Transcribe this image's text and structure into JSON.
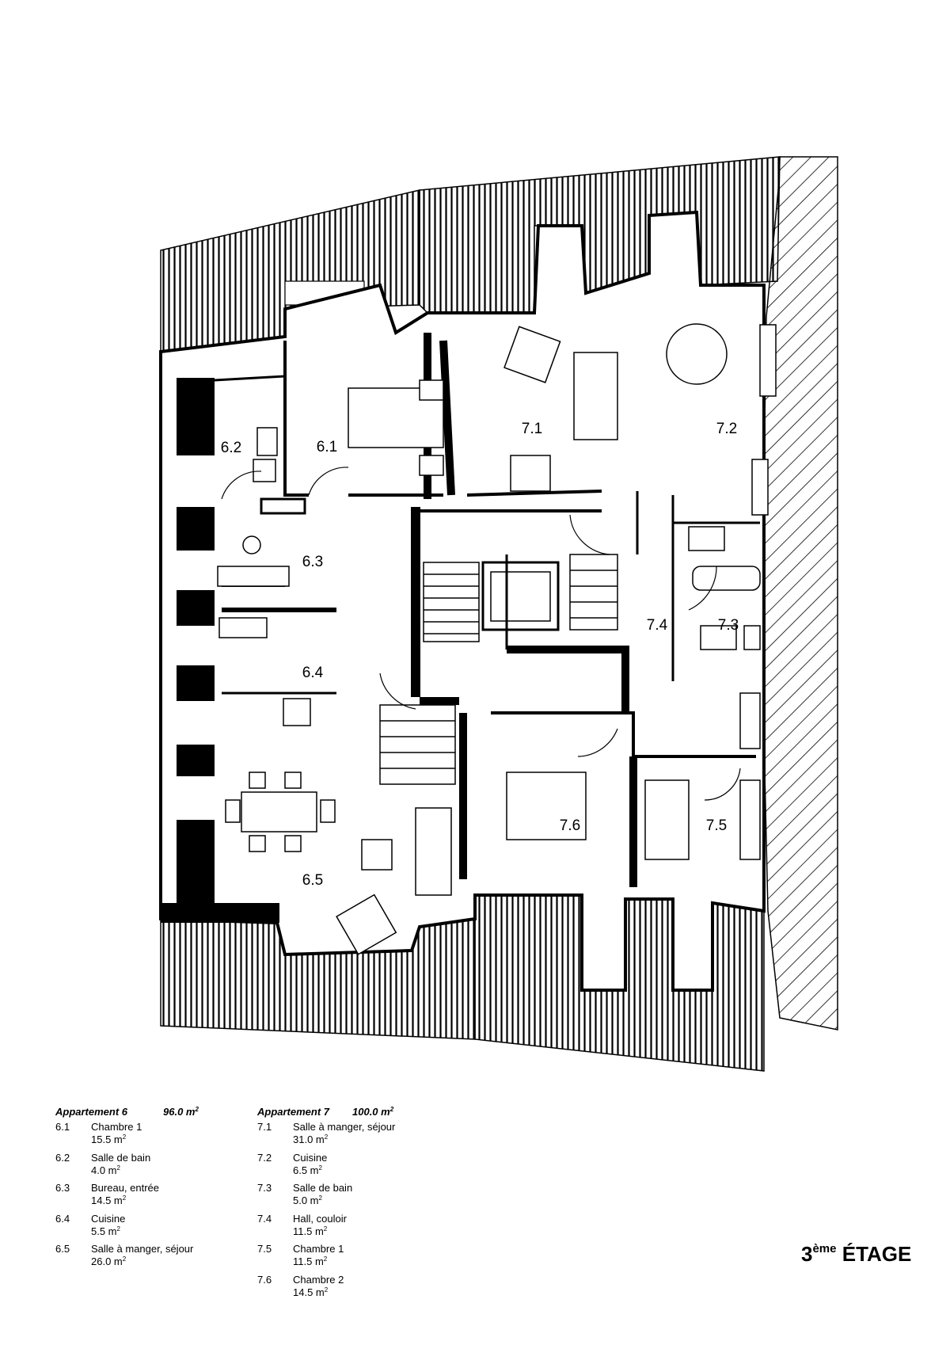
{
  "room_labels": [
    {
      "id": "6.1",
      "text": "6.1"
    },
    {
      "id": "6.2",
      "text": "6.2"
    },
    {
      "id": "6.3",
      "text": "6.3"
    },
    {
      "id": "6.4",
      "text": "6.4"
    },
    {
      "id": "6.5",
      "text": "6.5"
    },
    {
      "id": "7.1",
      "text": "7.1"
    },
    {
      "id": "7.2",
      "text": "7.2"
    },
    {
      "id": "7.3",
      "text": "7.3"
    },
    {
      "id": "7.4",
      "text": "7.4"
    },
    {
      "id": "7.5",
      "text": "7.5"
    },
    {
      "id": "7.6",
      "text": "7.6"
    }
  ],
  "legend": [
    {
      "title": "Appartement 6",
      "area": "96.0 m",
      "area_sup": "2",
      "rooms": [
        {
          "num": "6.1",
          "name": "Chambre 1",
          "area": "15.5 m",
          "sup": "2"
        },
        {
          "num": "6.2",
          "name": "Salle de bain",
          "area": "4.0 m",
          "sup": "2"
        },
        {
          "num": "6.3",
          "name": "Bureau, entrée",
          "area": "14.5 m",
          "sup": "2"
        },
        {
          "num": "6.4",
          "name": "Cuisine",
          "area": "5.5 m",
          "sup": "2"
        },
        {
          "num": "6.5",
          "name": "Salle à manger, séjour",
          "area": "26.0 m",
          "sup": "2"
        }
      ]
    },
    {
      "title": "Appartement 7",
      "area": "100.0 m",
      "area_sup": "2",
      "rooms": [
        {
          "num": "7.1",
          "name": "Salle à manger, séjour",
          "area": "31.0 m",
          "sup": "2"
        },
        {
          "num": "7.2",
          "name": "Cuisine",
          "area": "6.5 m",
          "sup": "2"
        },
        {
          "num": "7.3",
          "name": "Salle de bain",
          "area": "5.0 m",
          "sup": "2"
        },
        {
          "num": "7.4",
          "name": "Hall, couloir",
          "area": "11.5 m",
          "sup": "2"
        },
        {
          "num": "7.5",
          "name": "Chambre 1",
          "area": "11.5 m",
          "sup": "2"
        },
        {
          "num": "7.6",
          "name": "Chambre 2",
          "area": "14.5 m",
          "sup": "2"
        }
      ]
    }
  ],
  "floor_title": {
    "number": "3",
    "suffix": "ème",
    "label": "ÉTAGE"
  }
}
